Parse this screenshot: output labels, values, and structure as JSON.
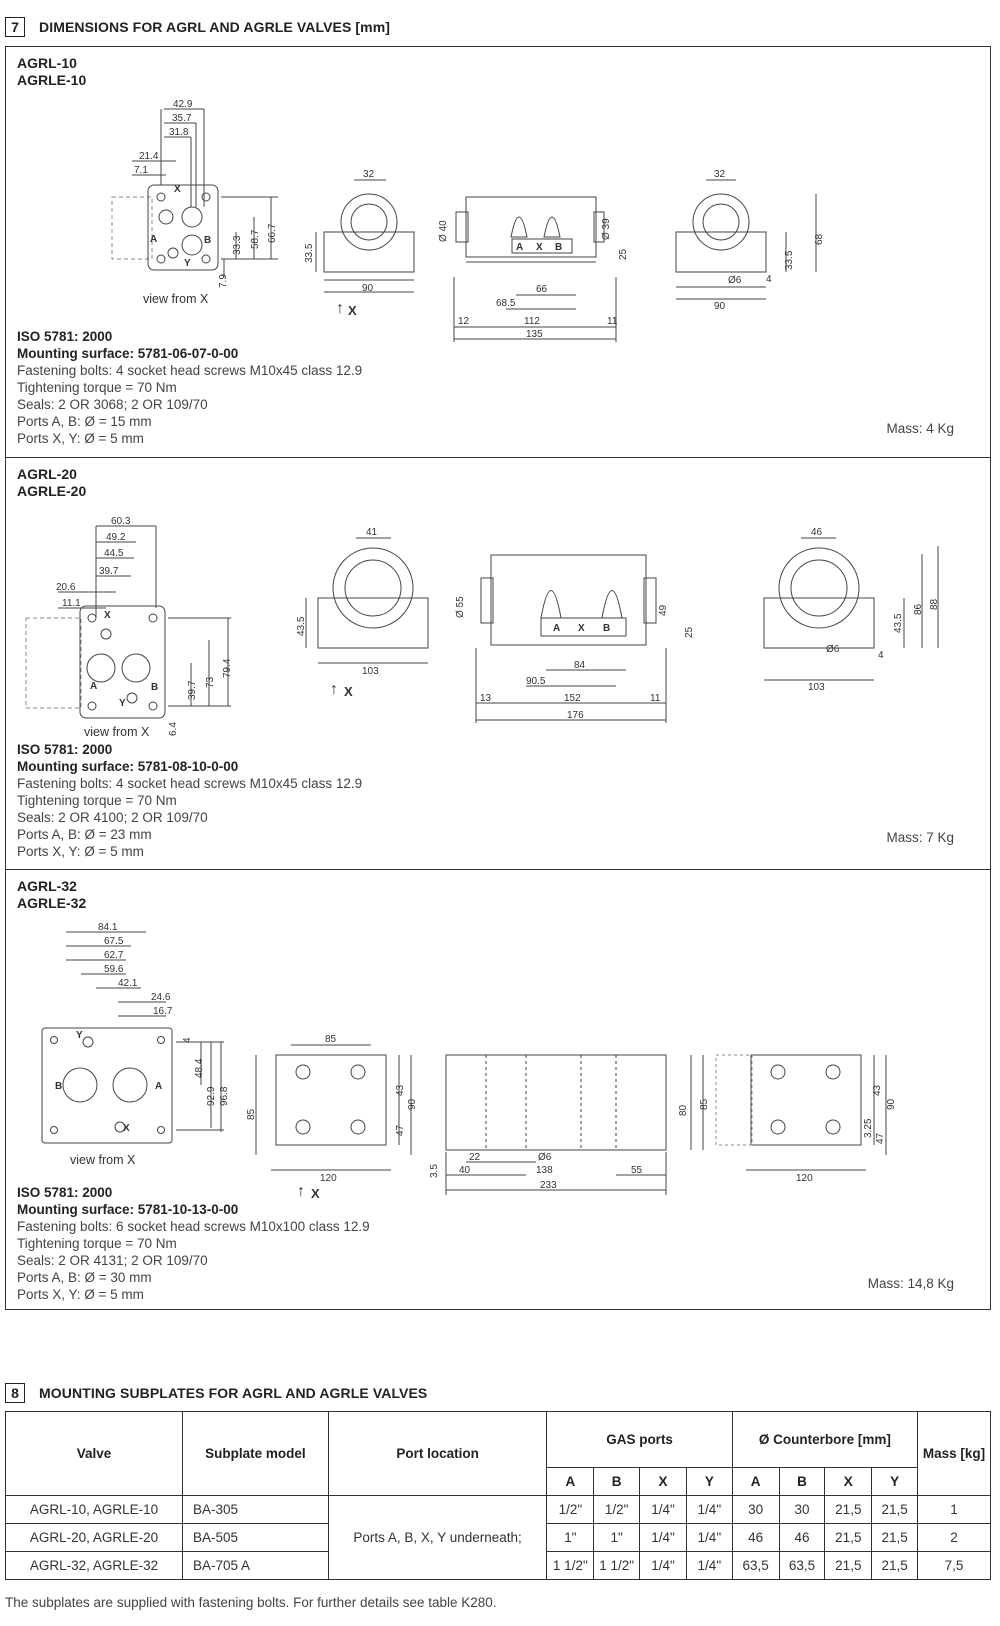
{
  "section7": {
    "num": "7",
    "title": "DIMENSIONS FOR AGRL AND AGRLE VALVES [mm]"
  },
  "valves": [
    {
      "model_lines": [
        "AGRL-10",
        "AGRLE-10"
      ],
      "iso": "ISO 5781: 2000",
      "mounting": "Mounting surface: 5781-06-07-0-00",
      "lines": [
        "Fastening bolts: 4 socket head screws M10x45 class 12.9",
        "Tightening torque = 70 Nm",
        "Seals: 2 OR 3068; 2 OR 109/70",
        "Ports A, B: Ø = 15 mm",
        "Ports  X, Y: Ø = 5 mm"
      ],
      "mass": "Mass: 4 Kg",
      "view_label": "view from X",
      "x_arrow": "X",
      "dims": {
        "top": [
          "42.9",
          "35.7",
          "31.8",
          "21.4",
          "7.1"
        ],
        "side": [
          "33.3",
          "58.7",
          "66.7",
          "7.9"
        ],
        "front": [
          "32",
          "33.5",
          "90"
        ],
        "body": [
          "Ø 40",
          "Ø 39",
          "25",
          "66",
          "68.5",
          "112",
          "135",
          "12",
          "11"
        ],
        "right": [
          "32",
          "33.5",
          "68",
          "4",
          "Ø6",
          "90"
        ]
      },
      "ports": [
        "X",
        "A",
        "B",
        "Y"
      ],
      "label_ports": [
        "A",
        "X",
        "B"
      ]
    },
    {
      "model_lines": [
        "AGRL-20",
        "AGRLE-20"
      ],
      "iso": "ISO 5781: 2000",
      "mounting": "Mounting surface: 5781-08-10-0-00",
      "lines": [
        "Fastening bolts: 4 socket head screws M10x45 class 12.9",
        "Tightening torque = 70 Nm",
        "Seals: 2 OR 4100; 2 OR 109/70",
        "Ports A, B: Ø = 23 mm",
        "Ports  X, Y: Ø = 5 mm"
      ],
      "mass": "Mass: 7 Kg",
      "view_label": "view from X",
      "x_arrow": "X",
      "dims": {
        "top": [
          "60.3",
          "49.2",
          "44.5",
          "39.7",
          "20.6",
          "11.1"
        ],
        "side": [
          "39.7",
          "73",
          "79.4",
          "6.4"
        ],
        "front": [
          "41",
          "43.5",
          "103"
        ],
        "body": [
          "Ø 55",
          "49",
          "25",
          "84",
          "90.5",
          "152",
          "176",
          "13",
          "11"
        ],
        "right": [
          "46",
          "43.5",
          "86",
          "88",
          "4",
          "Ø6",
          "103"
        ]
      },
      "ports": [
        "X",
        "A",
        "B",
        "Y"
      ],
      "label_ports": [
        "A",
        "X",
        "B"
      ]
    },
    {
      "model_lines": [
        "AGRL-32",
        "AGRLE-32"
      ],
      "iso": "ISO 5781: 2000",
      "mounting": "Mounting surface: 5781-10-13-0-00",
      "lines": [
        "Fastening bolts: 6 socket head screws M10x100 class 12.9",
        "Tightening torque = 70 Nm",
        "Seals: 2 OR 4131; 2 OR 109/70",
        "Ports A, B: Ø = 30 mm",
        "Ports  X, Y: Ø = 5 mm"
      ],
      "mass": "Mass: 14,8 Kg",
      "view_label": "view from X",
      "x_arrow": "X",
      "dims": {
        "top": [
          "84.1",
          "67.5",
          "62.7",
          "59.6",
          "42.1",
          "24.6",
          "16.7"
        ],
        "side": [
          "4",
          "48.4",
          "92.9",
          "96.8"
        ],
        "front": [
          "85",
          "85",
          "43",
          "90",
          "47",
          "120"
        ],
        "body": [
          "3.5",
          "22",
          "40",
          "Ø6",
          "138",
          "55",
          "233",
          "80",
          "85"
        ],
        "right": [
          "43",
          "90",
          "3.25",
          "47",
          "120"
        ]
      },
      "ports": [
        "Y",
        "B",
        "A",
        "X"
      ]
    }
  ],
  "section8": {
    "num": "8",
    "title": "MOUNTING SUBPLATES FOR AGRL AND AGRLE VALVES"
  },
  "table": {
    "h_valve": "Valve",
    "h_subplate": "Subplate model",
    "h_port": "Port location",
    "h_gas": "GAS ports",
    "h_cb": "Ø Counterbore [mm]",
    "h_mass": "Mass [kg]",
    "sub": [
      "A",
      "B",
      "X",
      "Y",
      "A",
      "B",
      "X",
      "Y"
    ],
    "port_location": "Ports A, B, X, Y underneath;",
    "rows": [
      {
        "valve": "AGRL-10, AGRLE-10",
        "model": "BA-305",
        "cells": [
          "1/2\"",
          "1/2\"",
          "1/4\"",
          "1/4\"",
          "30",
          "30",
          "21,5",
          "21,5"
        ],
        "mass": "1"
      },
      {
        "valve": "AGRL-20, AGRLE-20",
        "model": "BA-505",
        "cells": [
          "1\"",
          "1\"",
          "1/4\"",
          "1/4\"",
          "46",
          "46",
          "21,5",
          "21,5"
        ],
        "mass": "2"
      },
      {
        "valve": "AGRL-32, AGRLE-32",
        "model": "BA-705 A",
        "cells": [
          "1 1/2\"",
          "1 1/2\"",
          "1/4\"",
          "1/4\"",
          "63,5",
          "63,5",
          "21,5",
          "21,5"
        ],
        "mass": "7,5"
      }
    ]
  },
  "footnote": "The subplates are supplied with fastening bolts. For further details see table K280."
}
